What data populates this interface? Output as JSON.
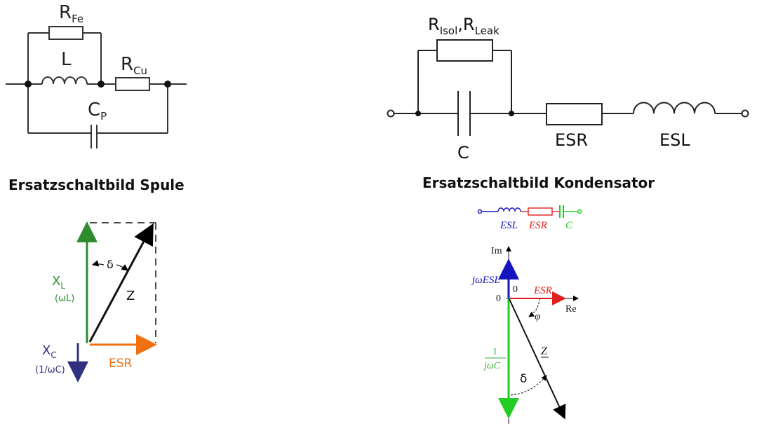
{
  "coil": {
    "caption": "Ersatzschaltbild Spule",
    "labels": {
      "r_fe": "R",
      "r_fe_sub": "Fe",
      "l": "L",
      "r_cu": "R",
      "r_cu_sub": "Cu",
      "c_p": "C",
      "c_p_sub": "P"
    },
    "phasor": {
      "xl": "X",
      "xl_sub": "L",
      "xl_note": "(ωL)",
      "xc": "X",
      "xc_sub": "C",
      "xc_note": "(1/ωC)",
      "delta": "δ",
      "z": "Z",
      "esr": "ESR"
    }
  },
  "capacitor": {
    "caption": "Ersatzschaltbild Kondensator",
    "labels": {
      "r1": "R",
      "r1_sub": "Isol",
      "sep": ",",
      "r2": "R",
      "r2_sub": "Leak",
      "c": "C",
      "esr": "ESR",
      "esl": "ESL"
    },
    "series": {
      "esl": "ESL",
      "esr": "ESR",
      "c": "C"
    },
    "phasor": {
      "im": "Im",
      "re": "Re",
      "zero_axis": "0",
      "zero_origin": "0",
      "j_omega_esl": "jωESL",
      "esr": "ESR",
      "phi": "φ",
      "z": "Z",
      "frac_num": "1",
      "frac_den": "jωC",
      "delta": "δ"
    }
  },
  "colors": {
    "line": "#333333",
    "xl_green": "#2e8b2e",
    "xc_blue": "#303080",
    "esr_orange": "#f07010",
    "esl_blue": "#1515c0",
    "esr_red": "#e02020",
    "c_green": "#22cc22",
    "frac_green": "#3aaa3a"
  }
}
